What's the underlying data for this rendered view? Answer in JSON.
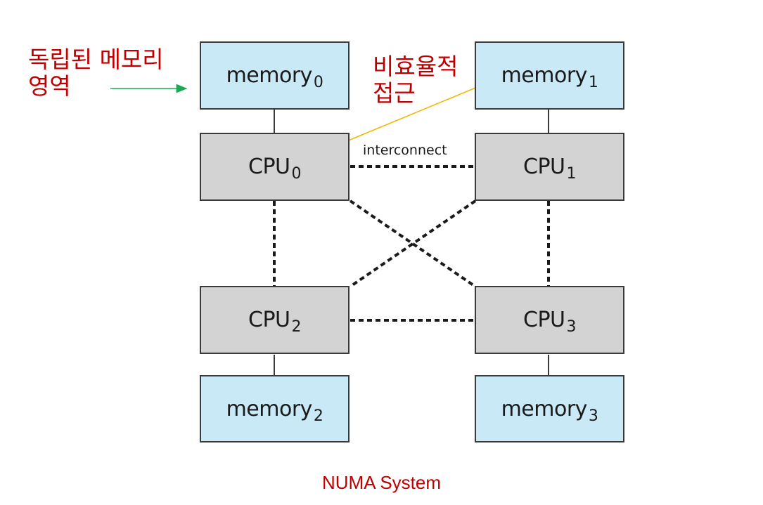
{
  "annotations": {
    "isolated_line1": "독립된 메모리",
    "isolated_line2": "영역",
    "inefficient_line1": "비효율적",
    "inefficient_line2": "접근"
  },
  "nodes": {
    "memory0": {
      "name": "memory",
      "sub": "0"
    },
    "memory1": {
      "name": "memory",
      "sub": "1"
    },
    "memory2": {
      "name": "memory",
      "sub": "2"
    },
    "memory3": {
      "name": "memory",
      "sub": "3"
    },
    "cpu0": {
      "name": "CPU",
      "sub": "0"
    },
    "cpu1": {
      "name": "CPU",
      "sub": "1"
    },
    "cpu2": {
      "name": "CPU",
      "sub": "2"
    },
    "cpu3": {
      "name": "CPU",
      "sub": "3"
    }
  },
  "interconnect_label": "interconnect",
  "caption": "NUMA System",
  "colors": {
    "memory_fill": "#c9e9f6",
    "cpu_fill": "#d3d3d3",
    "annotation_red": "#c00000",
    "green_arrow": "#18a957",
    "yellow_arrow": "#f2b705"
  }
}
